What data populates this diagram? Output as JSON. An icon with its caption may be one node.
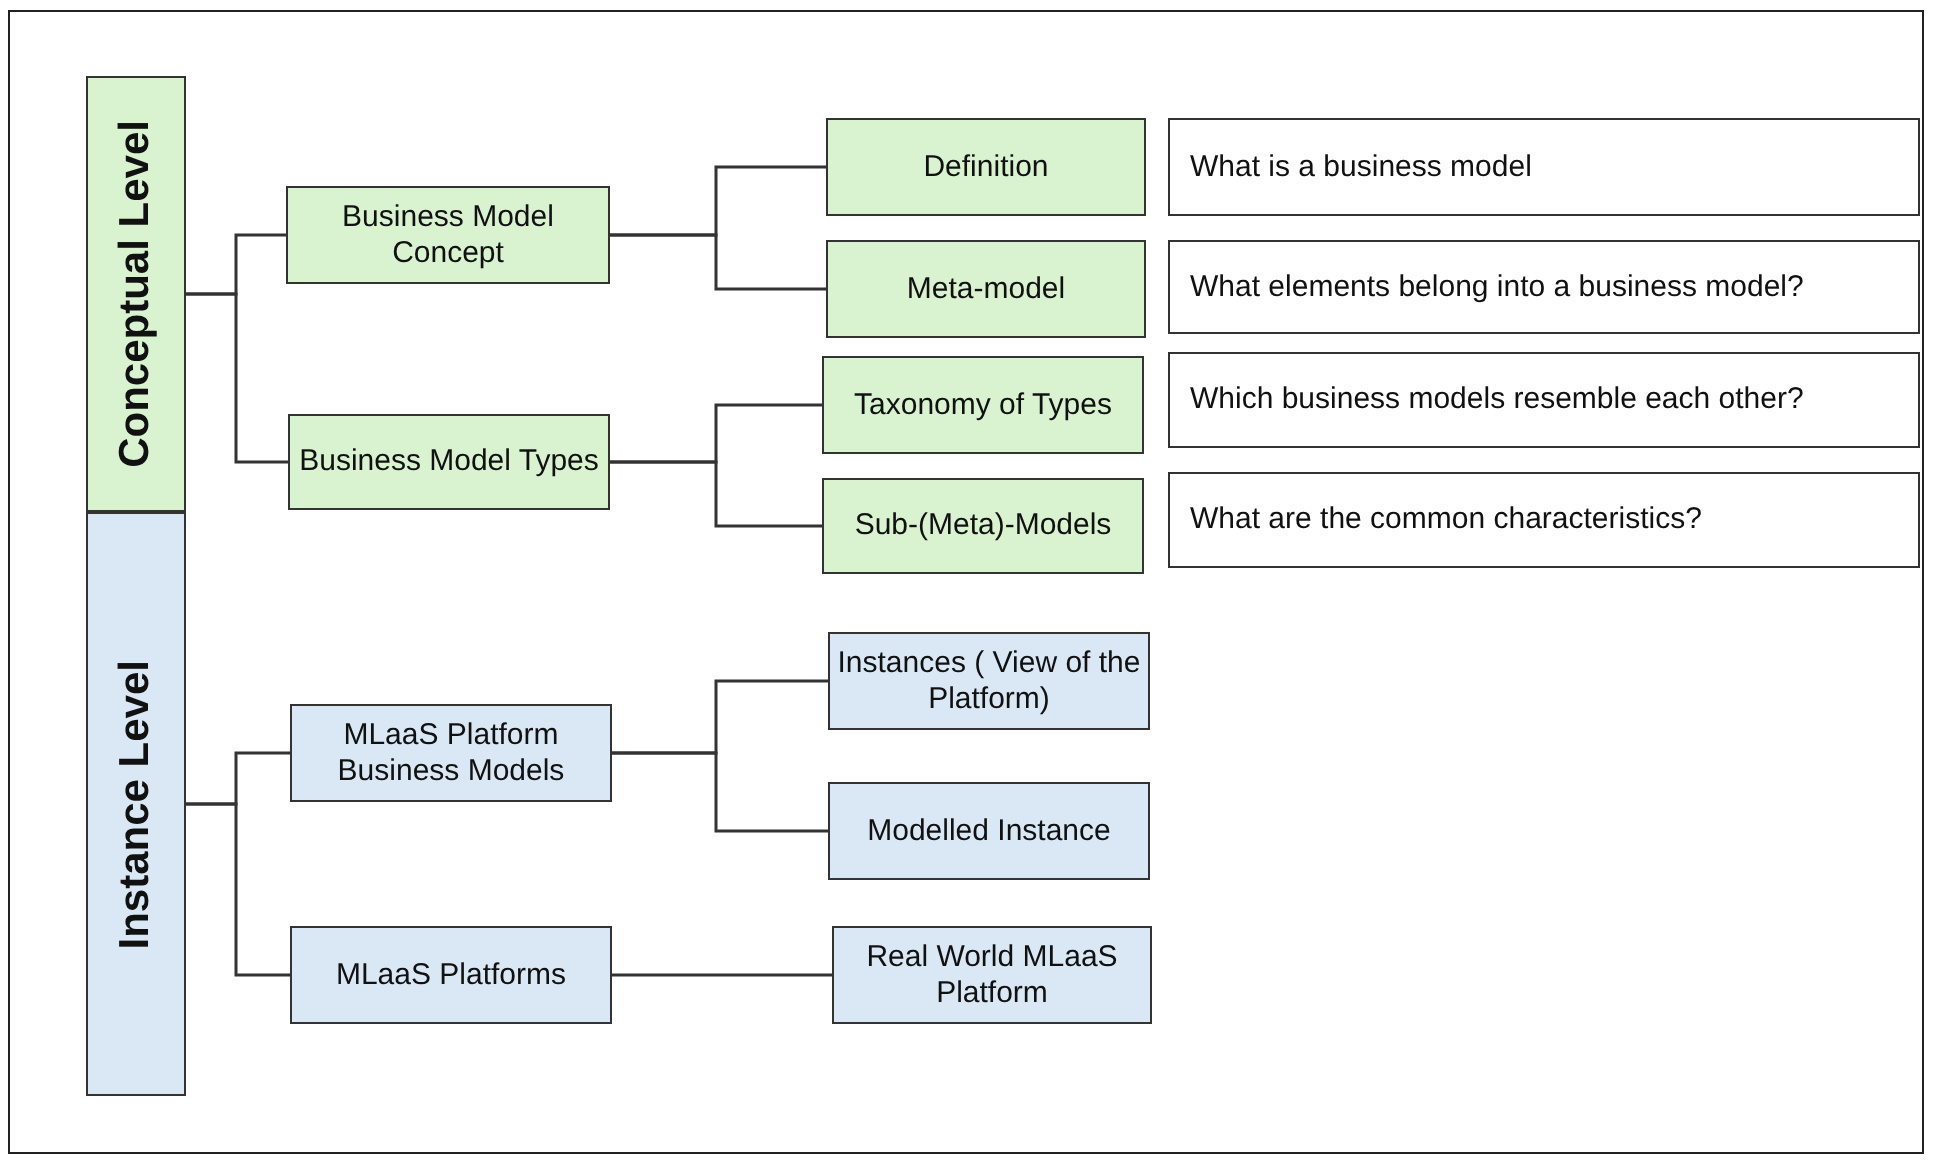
{
  "diagram": {
    "nodes": [
      {
        "text": [
          "Conceptual Level"
        ]
      },
      {
        "text": [
          "Business Model Concept"
        ]
      },
      {
        "text": [
          "Definition"
        ]
      },
      {
        "text": [
          "What is a business model"
        ]
      },
      {
        "text": [
          "Meta-model"
        ]
      },
      {
        "text": [
          "What elements belong into a business model?"
        ]
      },
      {
        "text": [
          "Business Model Types"
        ]
      },
      {
        "text": [
          "Taxonomy of Types"
        ]
      },
      {
        "text": [
          "Which business models resemble each other?"
        ]
      },
      {
        "text": [
          "Sub-(Meta)-Models"
        ]
      },
      {
        "text": [
          "What are the common characteristics?"
        ]
      },
      {
        "text": [
          "Instance Level"
        ]
      },
      {
        "text": [
          "MLaaS Platform Business Models"
        ]
      },
      {
        "text": [
          "Instances ( View of the Platform)"
        ]
      },
      {
        "text": [
          "Modelled Instance"
        ]
      },
      {
        "text": [
          "MLaaS Platforms"
        ]
      },
      {
        "text": [
          "Real World MLaaS Platform"
        ]
      }
    ],
    "edges": [
      {
        "from": 0,
        "to": 1,
        "arrow": "none"
      },
      {
        "from": 0,
        "to": 6,
        "arrow": "none"
      },
      {
        "from": 1,
        "to": 2,
        "arrow": "none"
      },
      {
        "from": 1,
        "to": 4,
        "arrow": "none"
      },
      {
        "from": 6,
        "to": 7,
        "arrow": "none"
      },
      {
        "from": 6,
        "to": 9,
        "arrow": "none"
      },
      {
        "from": 11,
        "to": 12,
        "arrow": "none"
      },
      {
        "from": 11,
        "to": 15,
        "arrow": "none"
      },
      {
        "from": 12,
        "to": 13,
        "arrow": "none"
      },
      {
        "from": 12,
        "to": 14,
        "arrow": "none"
      },
      {
        "from": 15,
        "to": 16,
        "arrow": "none"
      }
    ]
  }
}
